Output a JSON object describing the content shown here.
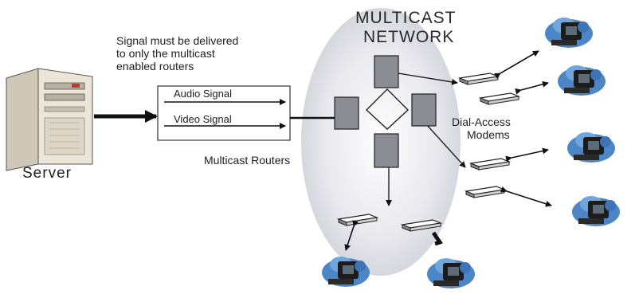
{
  "diagram": {
    "title_line1": "MULTICAST",
    "title_line2": "NETWORK",
    "note_line1": "Signal must be delivered",
    "note_line2": "to only the multicast",
    "note_line3": "enabled routers",
    "audio_label": "Audio Signal",
    "video_label": "Video Signal",
    "server_label": "Server",
    "routers_label": "Multicast Routers",
    "modems_line1": "Dial-Access",
    "modems_line2": "Modems"
  }
}
